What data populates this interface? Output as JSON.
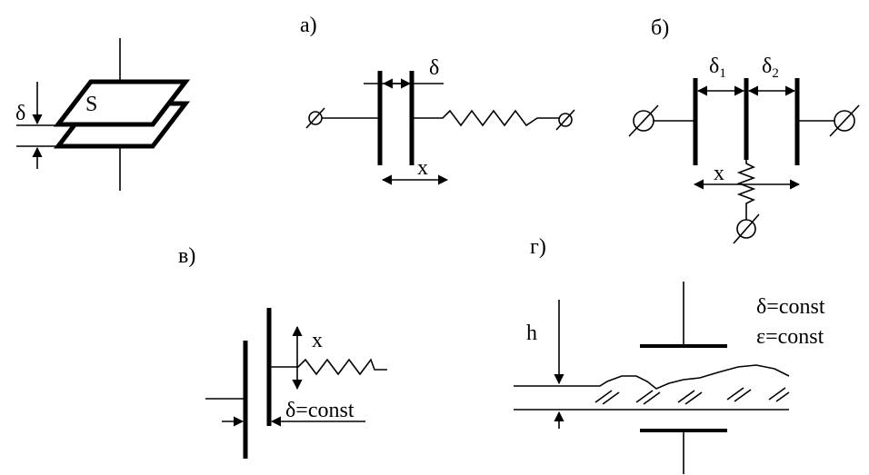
{
  "panels": {
    "a": {
      "label": "а)",
      "delta": "δ",
      "x": "x"
    },
    "b": {
      "label": "б)",
      "delta": "δ",
      "sub1": "1",
      "sub2": "2",
      "x": "x"
    },
    "v": {
      "label": "в)",
      "x": "x",
      "delta_const": "δ=const"
    },
    "g": {
      "label": "г)",
      "h": "h",
      "delta_const": "δ=const",
      "eps_const": "ε=const"
    },
    "plates": {
      "delta": "δ",
      "s": "S"
    }
  }
}
